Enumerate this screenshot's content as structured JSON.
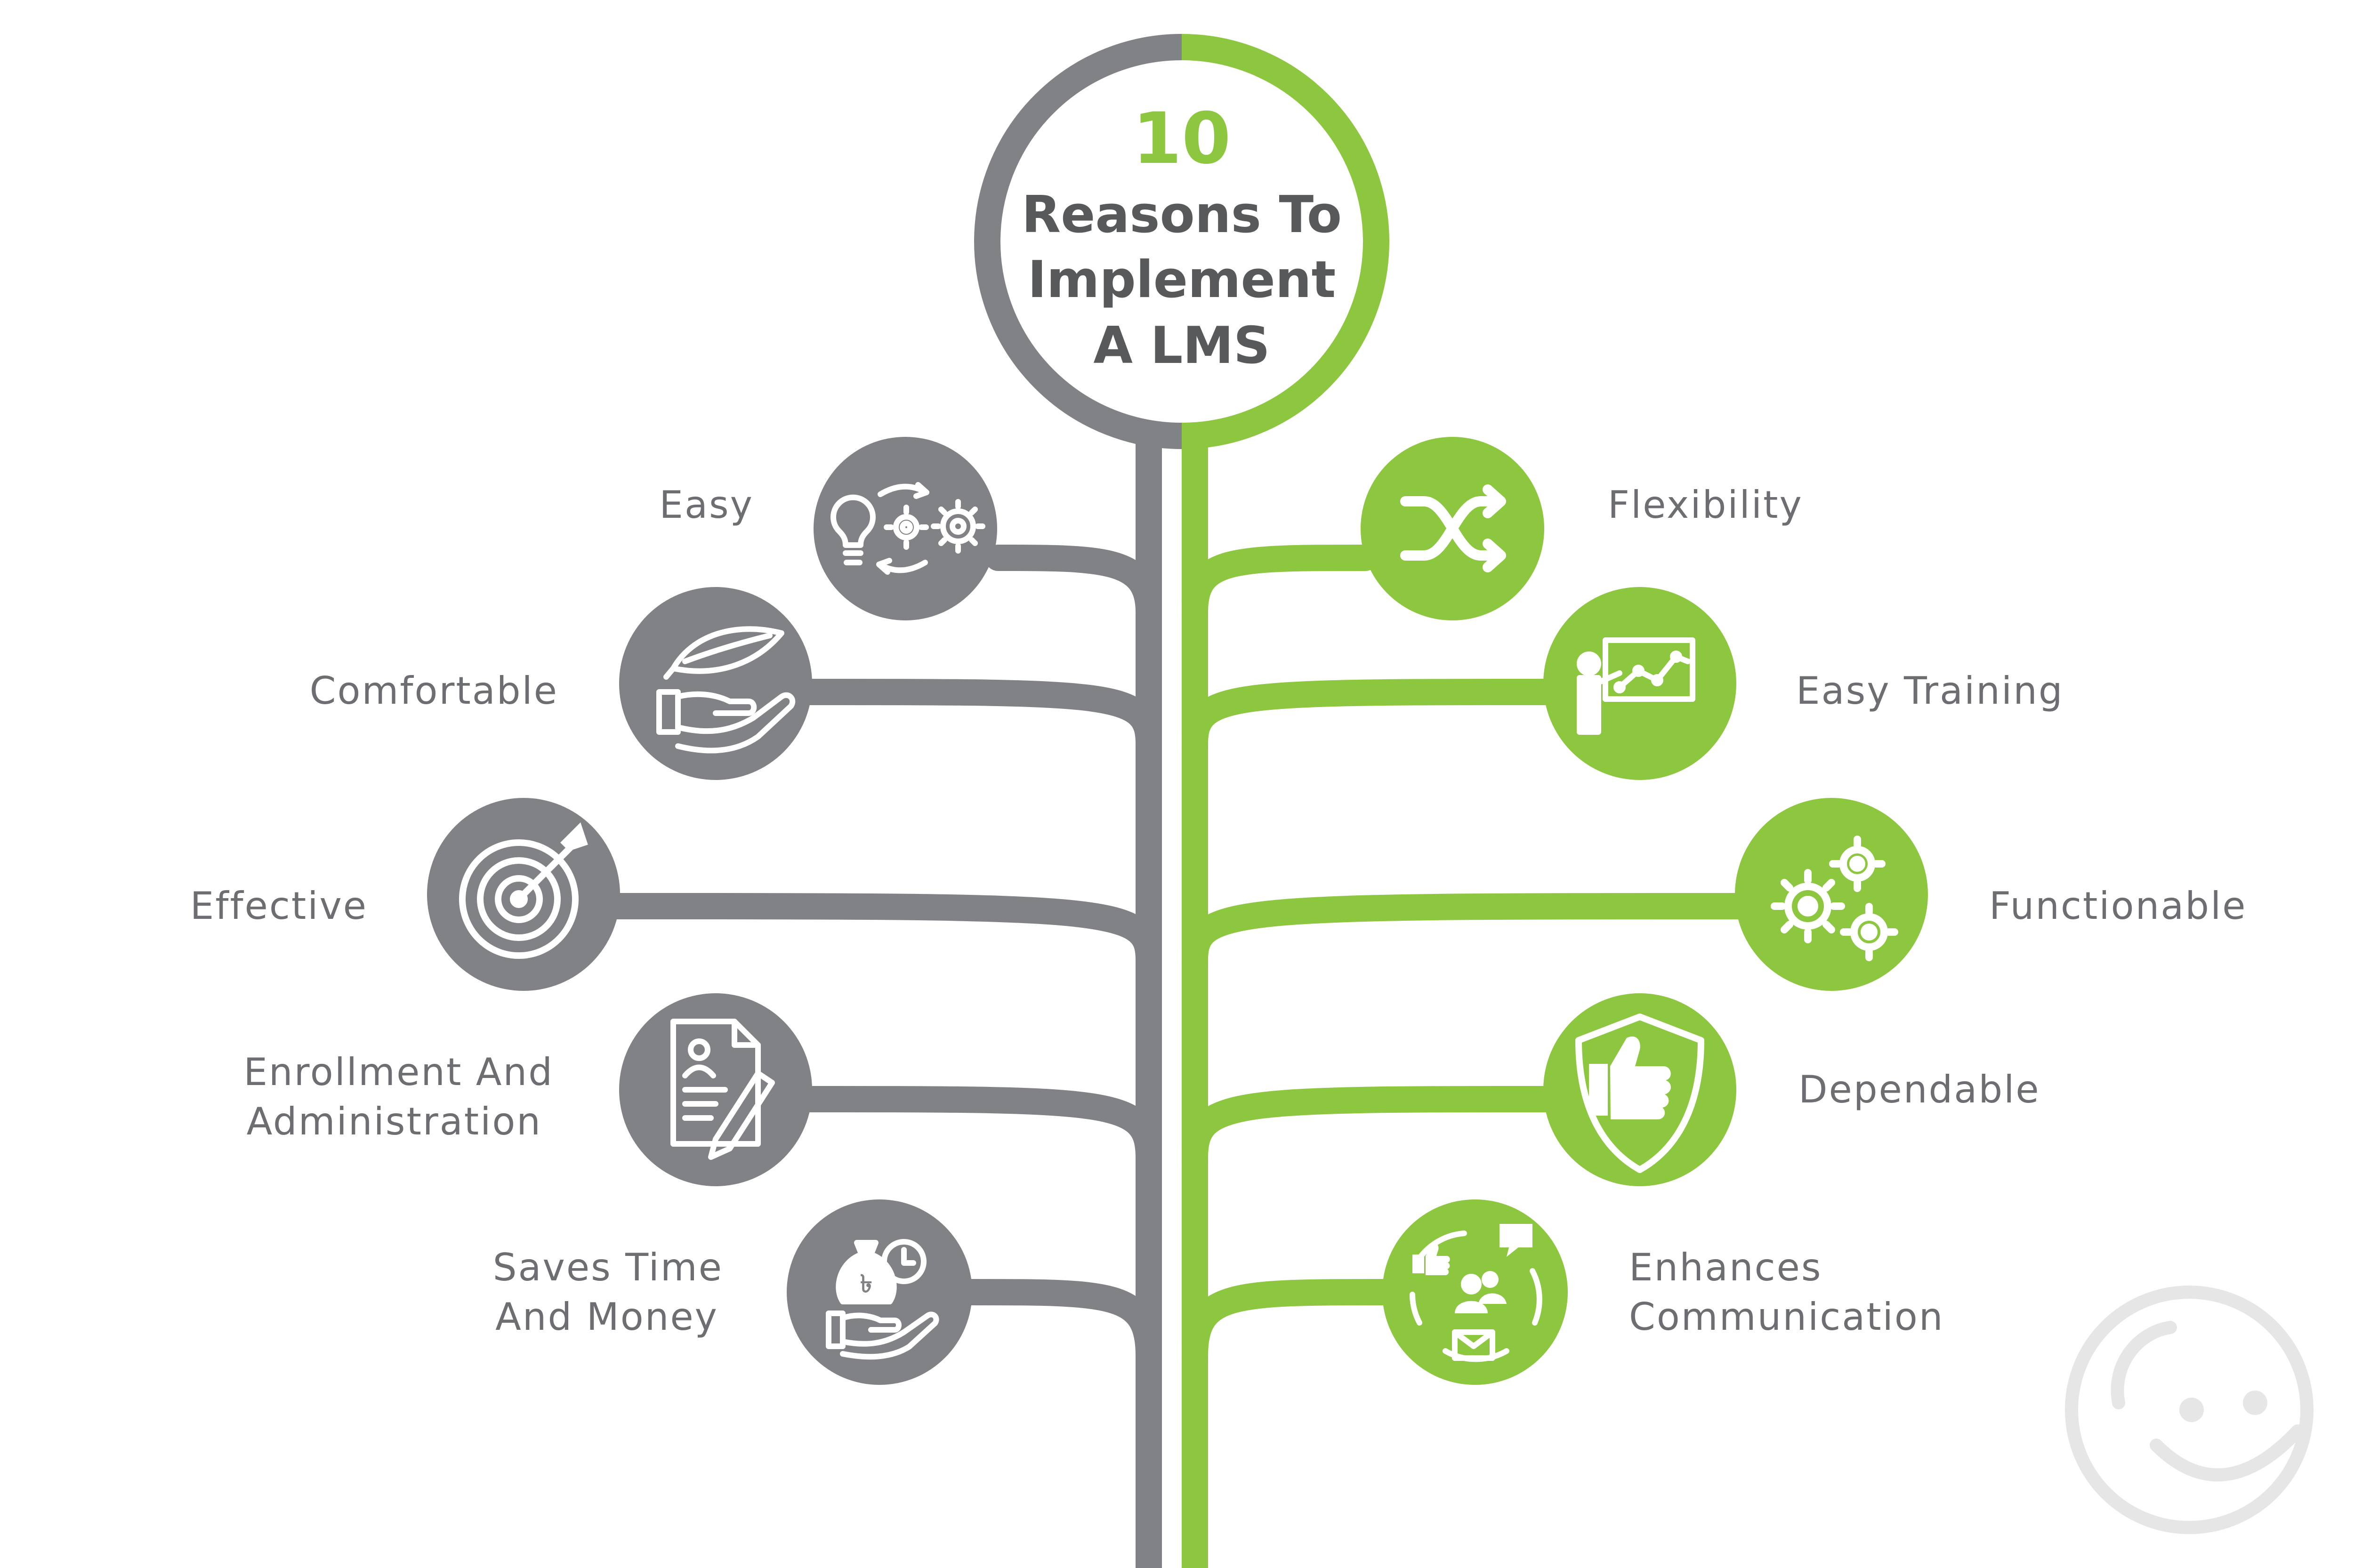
{
  "title": {
    "number": "10",
    "line1": "Reasons To",
    "line2": "Implement",
    "line3": "A LMS"
  },
  "colors": {
    "gray": "#808285",
    "green": "#8dc63f",
    "label": "#6d6e71",
    "watermark": "#e6e6e6"
  },
  "left_reasons": [
    {
      "label": "Easy",
      "icon": "lightbulb-gears-icon"
    },
    {
      "label": "Comfortable",
      "icon": "feather-hand-icon"
    },
    {
      "label": "Effective",
      "icon": "target-arrow-icon"
    },
    {
      "label_line1": "Enrollment And",
      "label_line2": "Administration",
      "icon": "document-pen-icon"
    },
    {
      "label_line1": "Saves Time",
      "label_line2": "And Money",
      "icon": "money-clock-hand-icon"
    }
  ],
  "right_reasons": [
    {
      "label": "Flexibility",
      "icon": "shuffle-arrows-icon"
    },
    {
      "label": "Easy Training",
      "icon": "presentation-board-icon"
    },
    {
      "label": "Functionable",
      "icon": "gears-icon"
    },
    {
      "label": "Dependable",
      "icon": "shield-thumbs-up-icon"
    },
    {
      "label_line1": "Enhances",
      "label_line2": "Communication",
      "icon": "communication-people-icon"
    }
  ],
  "watermark": {
    "icon": "smiley-face-logo-icon"
  }
}
